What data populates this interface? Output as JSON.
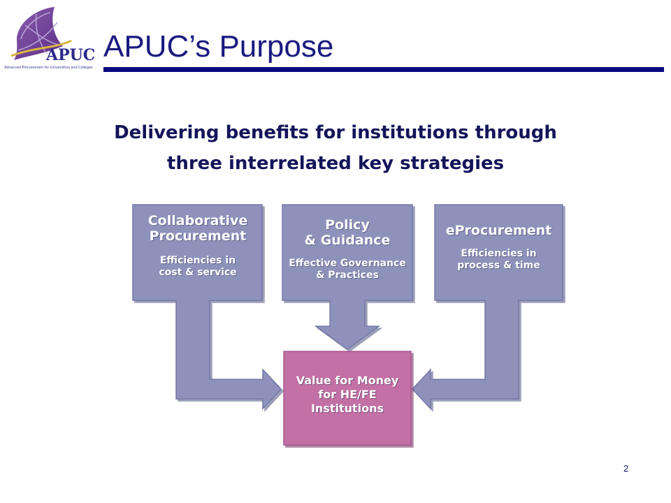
{
  "slide": {
    "title": "APUC’s Purpose",
    "subtitle_line1": "Delivering benefits for institutions through",
    "subtitle_line2": "three interrelated key strategies",
    "page_number": "2"
  },
  "logo": {
    "wordmark": "APUC",
    "tagline": "Advanced Procurement for Universities and Colleges"
  },
  "colors": {
    "title": "#1a1a80",
    "rule": "#0a0a80",
    "box_fill": "#8e92bb",
    "box_shadow": "#5c6090",
    "target_fill": "#c26fa6",
    "target_shadow": "#8e4678"
  },
  "diagram": {
    "strategies": [
      {
        "title_line1": "Collaborative",
        "title_line2": "Procurement",
        "benefit_line1": "Efficiencies in",
        "benefit_line2": "cost & service"
      },
      {
        "title_line1": "Policy",
        "title_line2": "& Guidance",
        "benefit_line1": "Effective Governance",
        "benefit_line2": "& Practices"
      },
      {
        "title_line1": "eProcurement",
        "title_line2": "",
        "benefit_line1": "Efficiencies in",
        "benefit_line2": "process & time"
      }
    ],
    "target": {
      "line1": "Value for Money",
      "line2": "for HE/FE",
      "line3": "Institutions"
    }
  }
}
